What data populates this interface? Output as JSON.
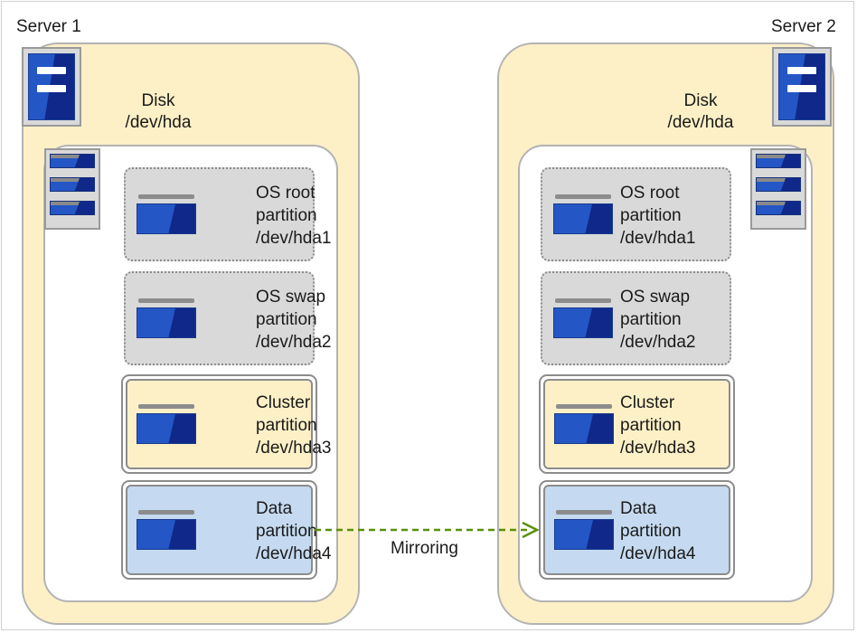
{
  "servers": [
    {
      "title": "Server 1",
      "disk": {
        "label_line1": "Disk",
        "label_line2": "/dev/hda"
      },
      "partitions": [
        {
          "line1": "OS root",
          "line2": "partition",
          "line3": "/dev/hda1",
          "fill": "#d9d9d9",
          "style": "dotted"
        },
        {
          "line1": "OS swap",
          "line2": "partition",
          "line3": "/dev/hda2",
          "fill": "#d9d9d9",
          "style": "dotted"
        },
        {
          "line1": "Cluster",
          "line2": "partition",
          "line3": "/dev/hda3",
          "fill": "#fdf0c7",
          "style": "double"
        },
        {
          "line1": "Data",
          "line2": "partition",
          "line3": "/dev/hda4",
          "fill": "#c5daf0",
          "style": "double"
        }
      ]
    },
    {
      "title": "Server 2",
      "disk": {
        "label_line1": "Disk",
        "label_line2": "/dev/hda"
      },
      "partitions": [
        {
          "line1": "OS root",
          "line2": "partition",
          "line3": "/dev/hda1",
          "fill": "#d9d9d9",
          "style": "dotted"
        },
        {
          "line1": "OS swap",
          "line2": "partition",
          "line3": "/dev/hda2",
          "fill": "#d9d9d9",
          "style": "dotted"
        },
        {
          "line1": "Cluster",
          "line2": "partition",
          "line3": "/dev/hda3",
          "fill": "#fdf0c7",
          "style": "double"
        },
        {
          "line1": "Data",
          "line2": "partition",
          "line3": "/dev/hda4",
          "fill": "#c5daf0",
          "style": "double"
        }
      ]
    }
  ],
  "mirroring": {
    "label": "Mirroring",
    "color": "#5a8f0a"
  },
  "colors": {
    "server_fill": "#fdf0c7",
    "border_gray": "#b3b3b3",
    "icon_blue": "#2457c5",
    "icon_blue_dark": "#10288a"
  },
  "icons": {
    "server": "server-icon",
    "disk": "disk-drive-icon",
    "partition": "partition-icon"
  }
}
